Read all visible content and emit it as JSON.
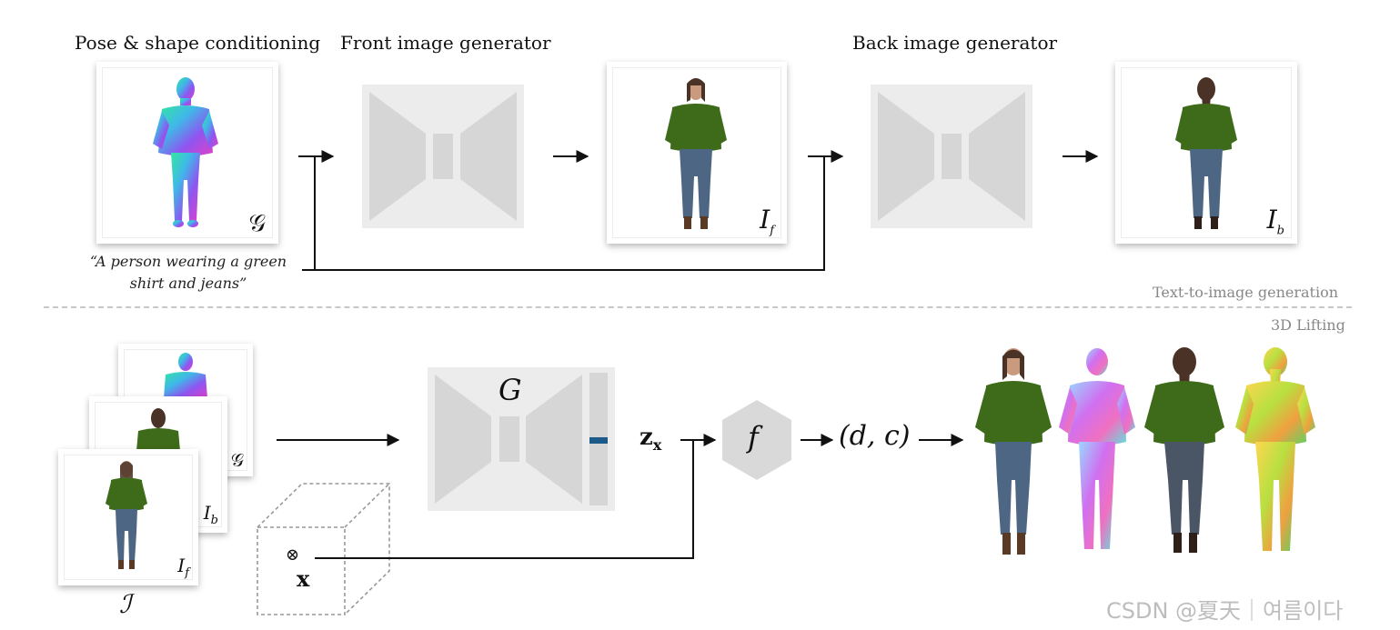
{
  "headings": {
    "pose_shape": "Pose & shape conditioning",
    "front_gen": "Front image generator",
    "back_gen": "Back image generator"
  },
  "prompt_caption": {
    "line1": "“A person wearing a green",
    "line2": "shirt and jeans”"
  },
  "section_labels": {
    "top": "Text-to-image generation",
    "bottom": "3D Lifting"
  },
  "symbols": {
    "G_cond": "𝒢",
    "I_front": "I",
    "I_front_sub": "f",
    "I_back": "I",
    "I_back_sub": "b",
    "I_set": "ℐ",
    "generator": "G",
    "z_feature": "z",
    "z_sub": "x",
    "mlp": "f",
    "output": "(d, c)",
    "x_point": "x",
    "otimes": "⊗"
  },
  "colors": {
    "shirt_green": "#3e6b19",
    "jeans_blue": "#4c6683",
    "skin": "#c99a7e",
    "hair": "#4a3226",
    "block_bg": "#ececec",
    "block_shape": "#d6d6d6",
    "latent_bar": "#1c5a8a",
    "mlp_hex": "#d9d9d9",
    "divider": "#c8c8c8"
  },
  "watermark": "CSDN @夏天｜여름이다"
}
